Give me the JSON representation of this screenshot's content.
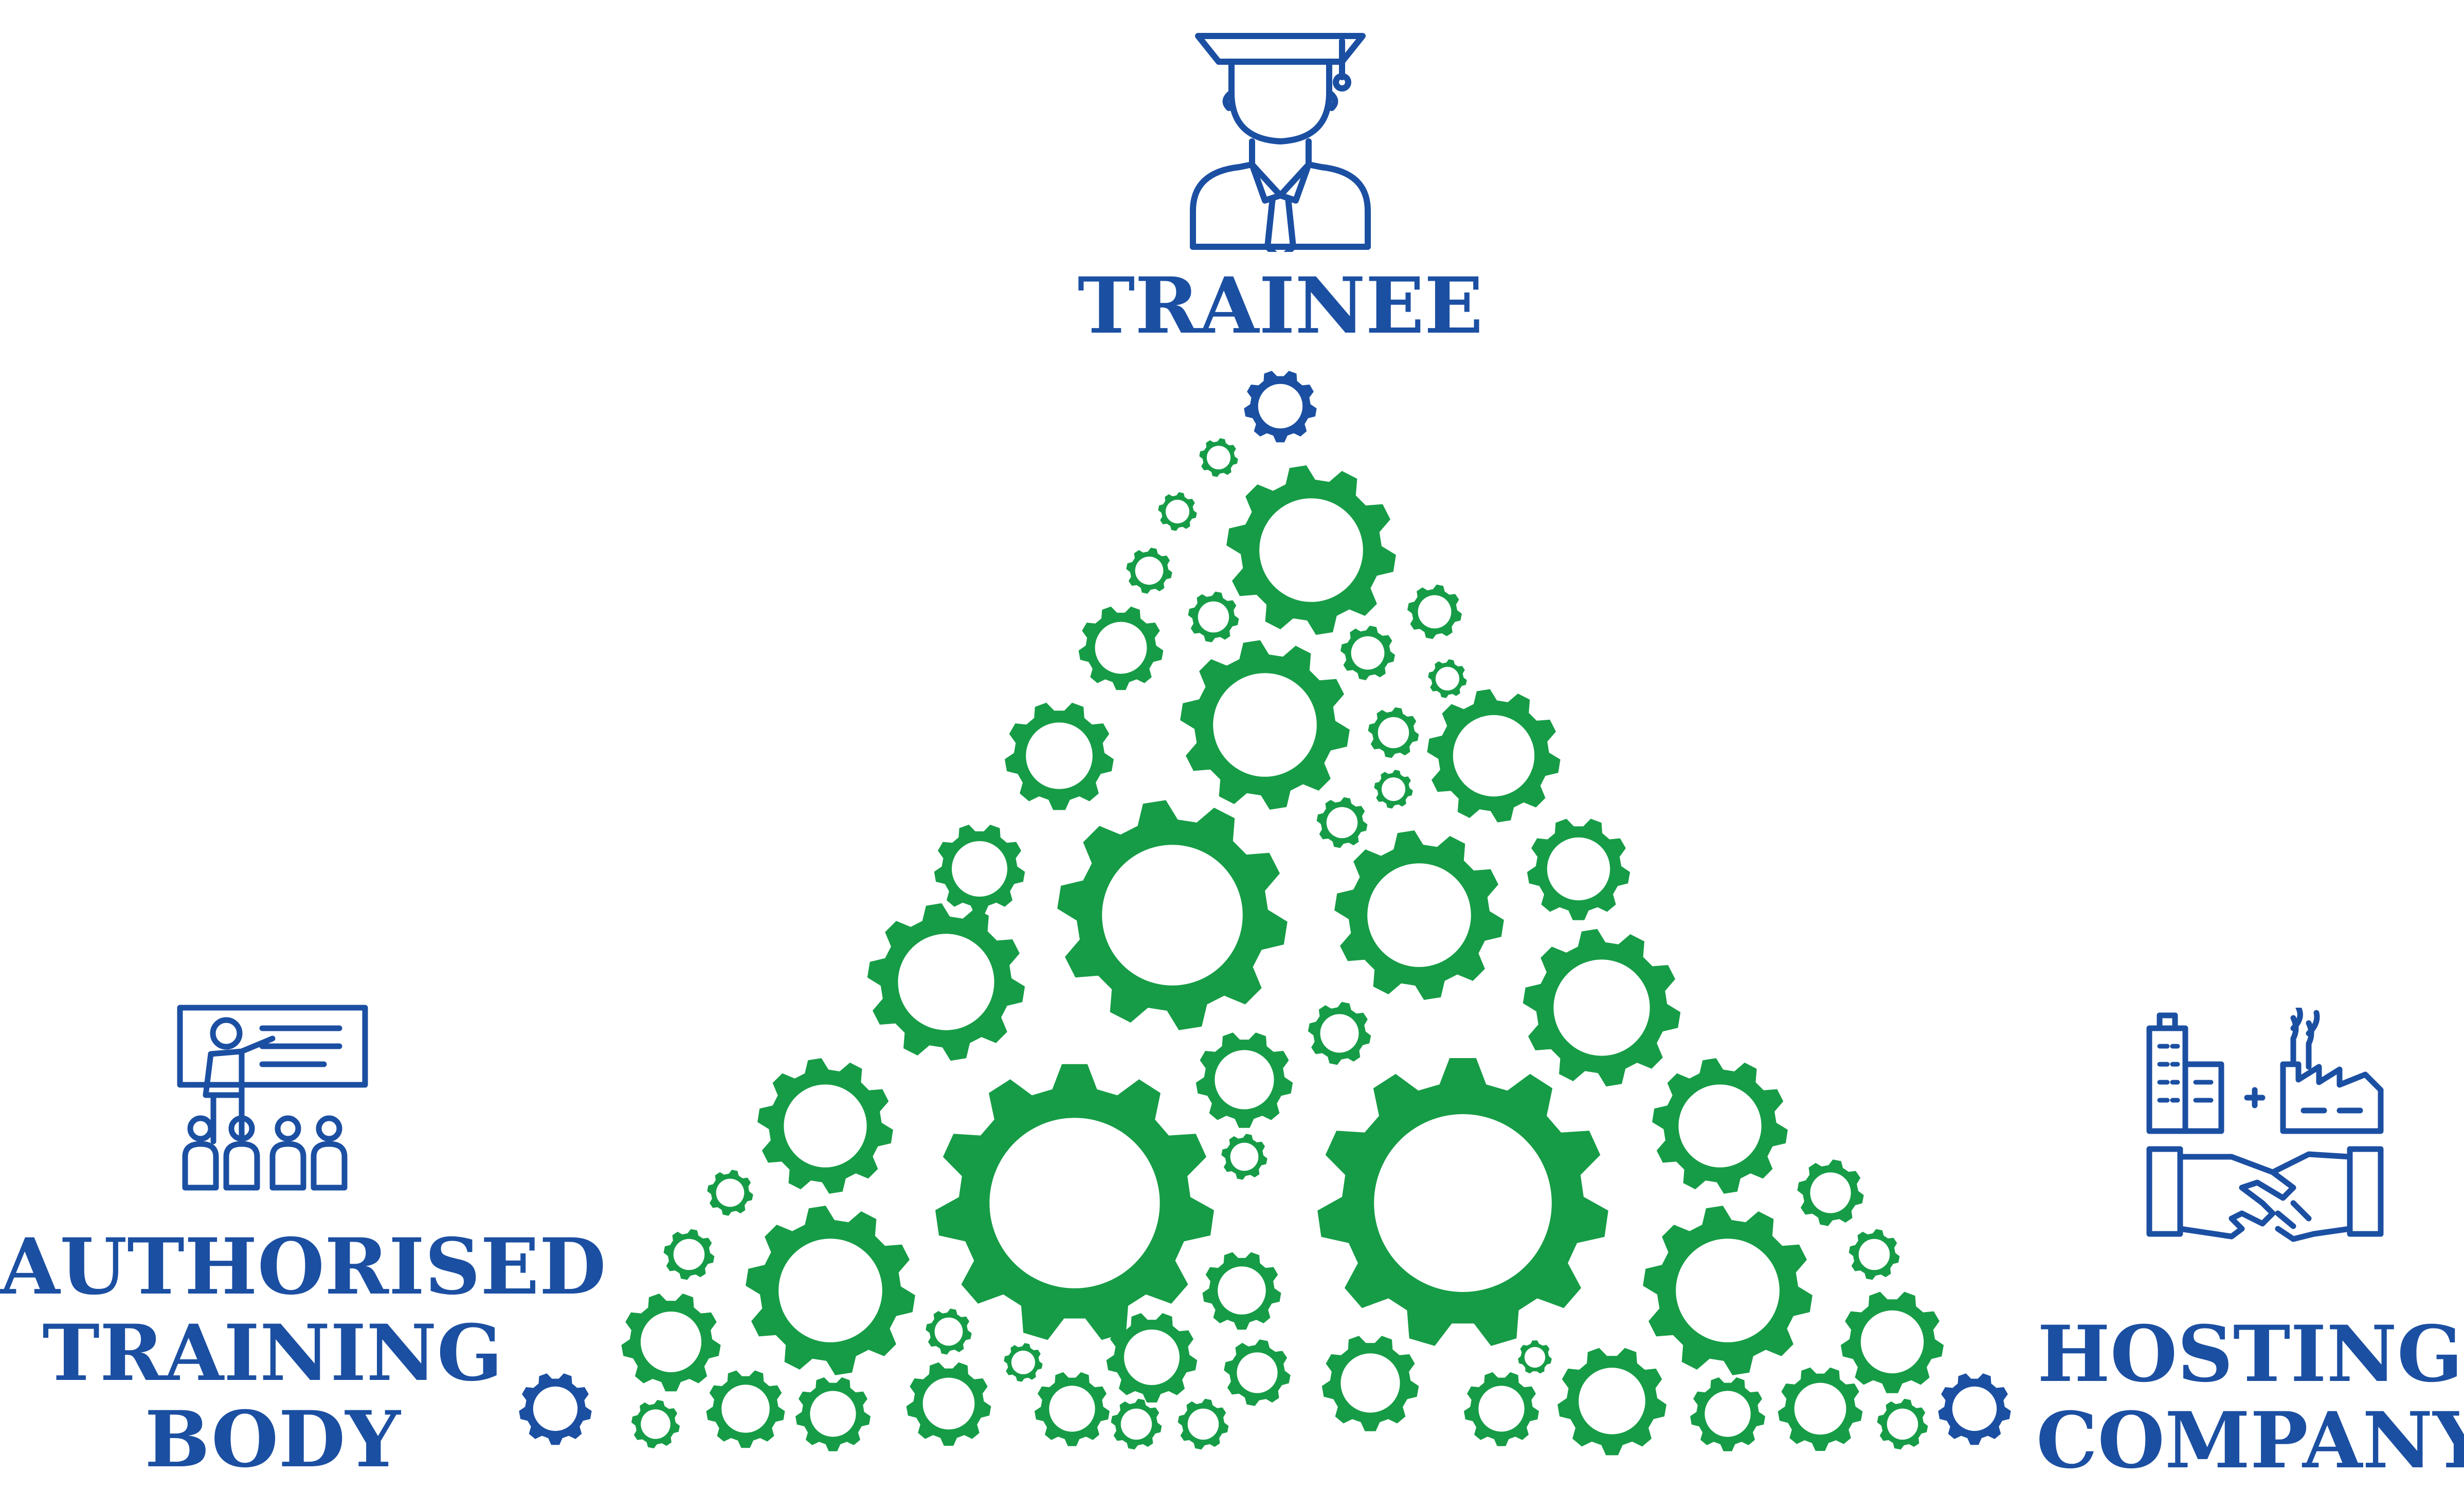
{
  "nodes": {
    "trainee": {
      "label": "TRAINEE",
      "icon": "graduate-icon"
    },
    "training_body": {
      "lines": [
        "AUTHORISED",
        "TRAINING",
        "BODY"
      ],
      "icon": "teacher-presentation-icon"
    },
    "hosting_company": {
      "lines": [
        "HOSTING",
        "COMPANY"
      ],
      "icon": "buildings-handshake-icon"
    }
  },
  "colors": {
    "blue": "#1b4fa2",
    "green": "#169c46"
  }
}
